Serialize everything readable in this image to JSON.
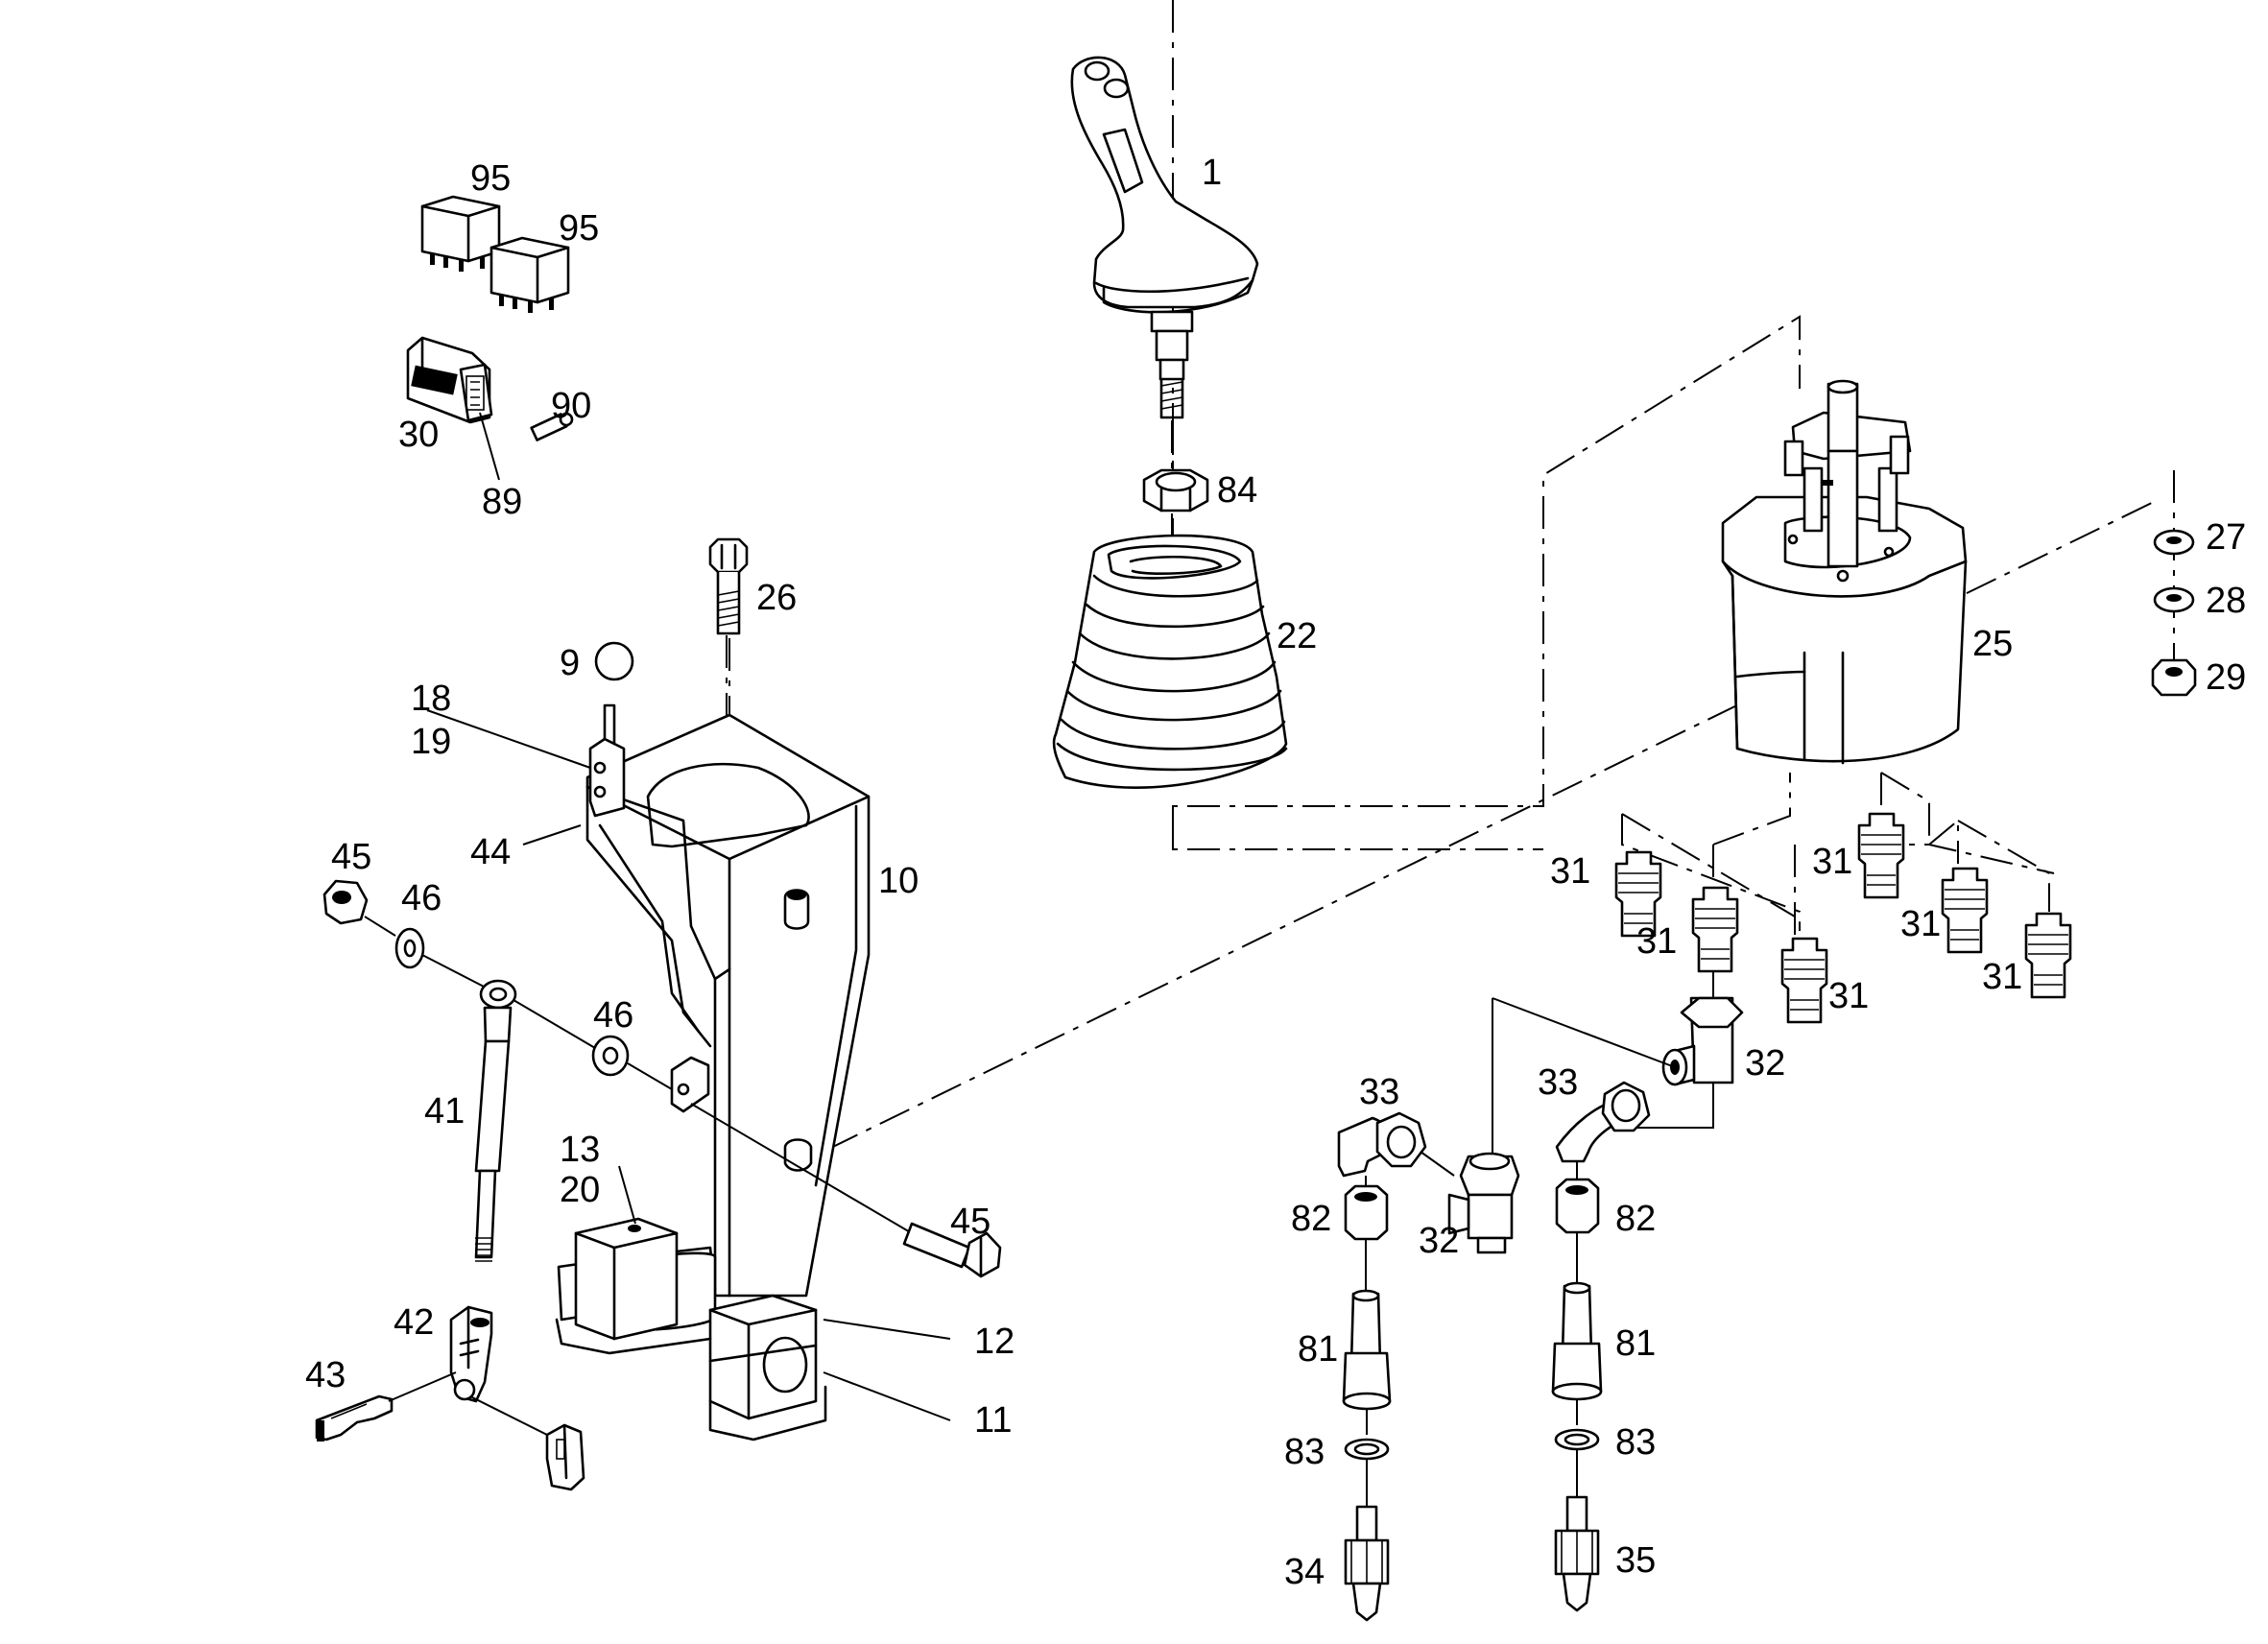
{
  "callouts": [
    {
      "id": "c1",
      "text": "1"
    },
    {
      "id": "c84",
      "text": "84"
    },
    {
      "id": "c22",
      "text": "22"
    },
    {
      "id": "c95a",
      "text": "95"
    },
    {
      "id": "c95b",
      "text": "95"
    },
    {
      "id": "c90",
      "text": "90"
    },
    {
      "id": "c30",
      "text": "30"
    },
    {
      "id": "c89",
      "text": "89"
    },
    {
      "id": "c26",
      "text": "26"
    },
    {
      "id": "c9",
      "text": "9"
    },
    {
      "id": "c18",
      "text": "18"
    },
    {
      "id": "c19",
      "text": "19"
    },
    {
      "id": "c44",
      "text": "44"
    },
    {
      "id": "c10",
      "text": "10"
    },
    {
      "id": "c45a",
      "text": "45"
    },
    {
      "id": "c46a",
      "text": "46"
    },
    {
      "id": "c46b",
      "text": "46"
    },
    {
      "id": "c41",
      "text": "41"
    },
    {
      "id": "c13",
      "text": "13"
    },
    {
      "id": "c20",
      "text": "20"
    },
    {
      "id": "c45b",
      "text": "45"
    },
    {
      "id": "c42",
      "text": "42"
    },
    {
      "id": "c43",
      "text": "43"
    },
    {
      "id": "c12",
      "text": "12"
    },
    {
      "id": "c11",
      "text": "11"
    },
    {
      "id": "c27",
      "text": "27"
    },
    {
      "id": "c28",
      "text": "28"
    },
    {
      "id": "c29",
      "text": "29"
    },
    {
      "id": "c25",
      "text": "25"
    },
    {
      "id": "c31a",
      "text": "31"
    },
    {
      "id": "c31b",
      "text": "31"
    },
    {
      "id": "c31c",
      "text": "31"
    },
    {
      "id": "c31d",
      "text": "31"
    },
    {
      "id": "c31e",
      "text": "31"
    },
    {
      "id": "c31f",
      "text": "31"
    },
    {
      "id": "c32a",
      "text": "32"
    },
    {
      "id": "c33a",
      "text": "33"
    },
    {
      "id": "c33b",
      "text": "33"
    },
    {
      "id": "c32b",
      "text": "32"
    },
    {
      "id": "c82a",
      "text": "82"
    },
    {
      "id": "c82b",
      "text": "82"
    },
    {
      "id": "c81a",
      "text": "81"
    },
    {
      "id": "c81b",
      "text": "81"
    },
    {
      "id": "c83a",
      "text": "83"
    },
    {
      "id": "c83b",
      "text": "83"
    },
    {
      "id": "c34",
      "text": "34"
    },
    {
      "id": "c35",
      "text": "35"
    }
  ]
}
